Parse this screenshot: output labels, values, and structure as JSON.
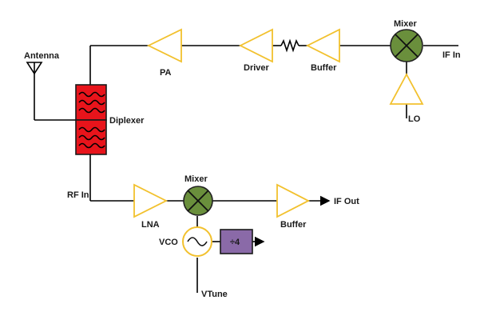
{
  "colors": {
    "amplifier_outline": "#f2c12e",
    "mixer_fill": "#6a8f3c",
    "diplexer_fill": "#e8141b",
    "divider_fill": "#8a6aa8",
    "vco_outline": "#f2c12e",
    "wire": "#000000"
  },
  "labels": {
    "antenna": "Antenna",
    "diplexer": "Diplexer",
    "pa": "PA",
    "driver": "Driver",
    "buffer_tx": "Buffer",
    "mixer_tx": "Mixer",
    "if_in": "IF In",
    "lo": "LO",
    "rf_in": "RF In",
    "lna": "LNA",
    "mixer_rx": "Mixer",
    "buffer_rx": "Buffer",
    "if_out": "IF Out",
    "vco": "VCO",
    "divider": "÷4",
    "vtune": "VTune"
  },
  "icons": {
    "antenna": "antenna-icon",
    "amplifier": "triangle-amplifier-icon",
    "mixer": "mixer-cross-icon",
    "attenuator": "resistor-icon",
    "vco": "sine-oscillator-icon",
    "filter": "filter-wave-icon"
  }
}
